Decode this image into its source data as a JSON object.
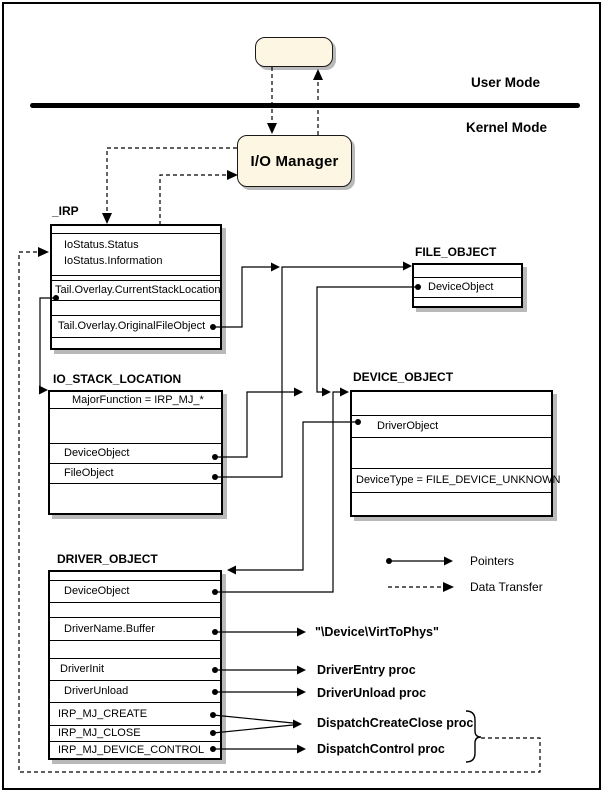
{
  "modes": {
    "user": "User Mode",
    "kernel": "Kernel Mode"
  },
  "io_manager_label": "I/O Manager",
  "legend": {
    "pointers": "Pointers",
    "data_transfer": "Data Transfer"
  },
  "structs": {
    "irp": {
      "title": "_IRP",
      "fields": {
        "status": "IoStatus.Status",
        "information": "IoStatus.Information",
        "current_stack_location": "Tail.Overlay.CurrentStackLocation",
        "original_file_object": "Tail.Overlay.OriginalFileObject"
      }
    },
    "file_object": {
      "title": "FILE_OBJECT",
      "fields": {
        "device_object": "DeviceObject"
      }
    },
    "io_stack_location": {
      "title": "IO_STACK_LOCATION",
      "fields": {
        "major_function": "MajorFunction = IRP_MJ_*",
        "device_object": "DeviceObject",
        "file_object": "FileObject"
      }
    },
    "device_object": {
      "title": "DEVICE_OBJECT",
      "fields": {
        "driver_object": "DriverObject",
        "device_type": "DeviceType = FILE_DEVICE_UNKNOWN"
      }
    },
    "driver_object": {
      "title": "DRIVER_OBJECT",
      "fields": {
        "device_object": "DeviceObject",
        "driver_name_buffer": "DriverName.Buffer",
        "driver_init": "DriverInit",
        "driver_unload": "DriverUnload",
        "irp_mj_create": "IRP_MJ_CREATE",
        "irp_mj_close": "IRP_MJ_CLOSE",
        "irp_mj_device_control": "IRP_MJ_DEVICE_CONTROL"
      }
    }
  },
  "targets": {
    "device_name": "\"\\Device\\VirtToPhys\"",
    "driver_entry": "DriverEntry proc",
    "driver_unload": "DriverUnload proc",
    "dispatch_create_close": "DispatchCreateClose proc",
    "dispatch_control": "DispatchControl proc"
  }
}
